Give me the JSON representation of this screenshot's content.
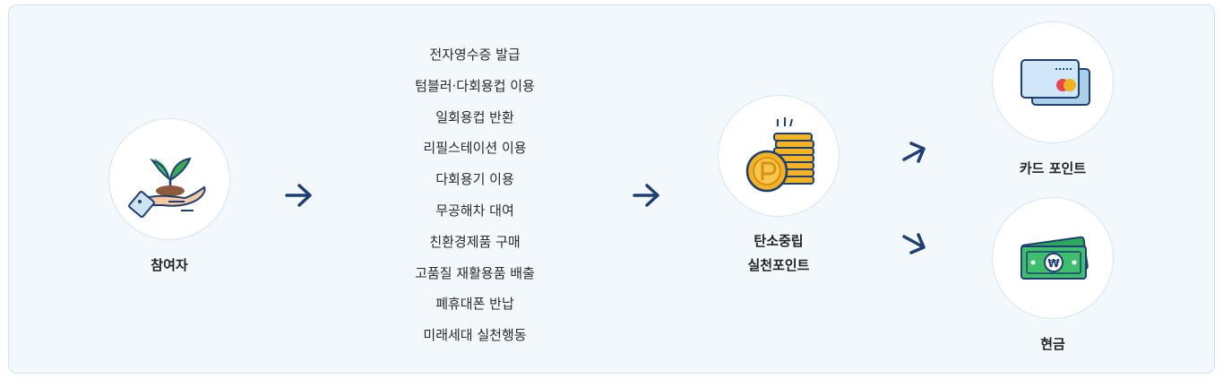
{
  "participant": {
    "label": "참여자",
    "icon": "hand-with-sprout-icon"
  },
  "activities": [
    "전자영수증 발급",
    "텀블러·다회용컵 이용",
    "일회용컵 반환",
    "리필스테이션 이용",
    "다회용기 이용",
    "무공해차 대여",
    "친환경제품 구매",
    "고품질 재활용품 배출",
    "폐휴대폰 반납",
    "미래세대 실천행동"
  ],
  "points": {
    "line1": "탄소중립",
    "line2": "실천포인트",
    "icon": "coin-stack-icon"
  },
  "rewards": {
    "card": {
      "label": "카드 포인트",
      "icon": "credit-card-icon"
    },
    "cash": {
      "label": "현금",
      "icon": "banknote-icon"
    }
  },
  "colors": {
    "arrow": "#1f3f73",
    "coin": "#f3b222",
    "panel": "#f3f8fd",
    "card": "#cfe7f8",
    "cash": "#3fbf6d"
  }
}
